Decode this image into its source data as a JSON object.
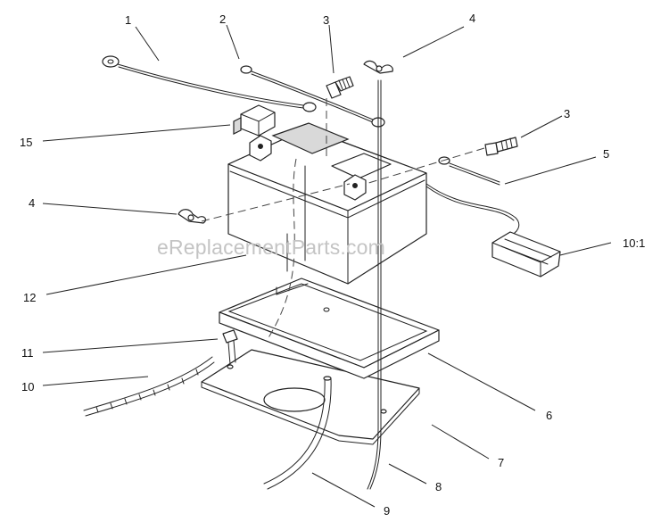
{
  "watermark": "eReplacementParts.com",
  "callouts": {
    "c1": "1",
    "c2": "2",
    "c3a": "3",
    "c4a": "4",
    "c3b": "3",
    "c5": "5",
    "c15": "15",
    "c4b": "4",
    "c10_1": "10:1",
    "c12": "12",
    "c11": "11",
    "c10": "10",
    "c6": "6",
    "c7": "7",
    "c8": "8",
    "c9": "9"
  }
}
